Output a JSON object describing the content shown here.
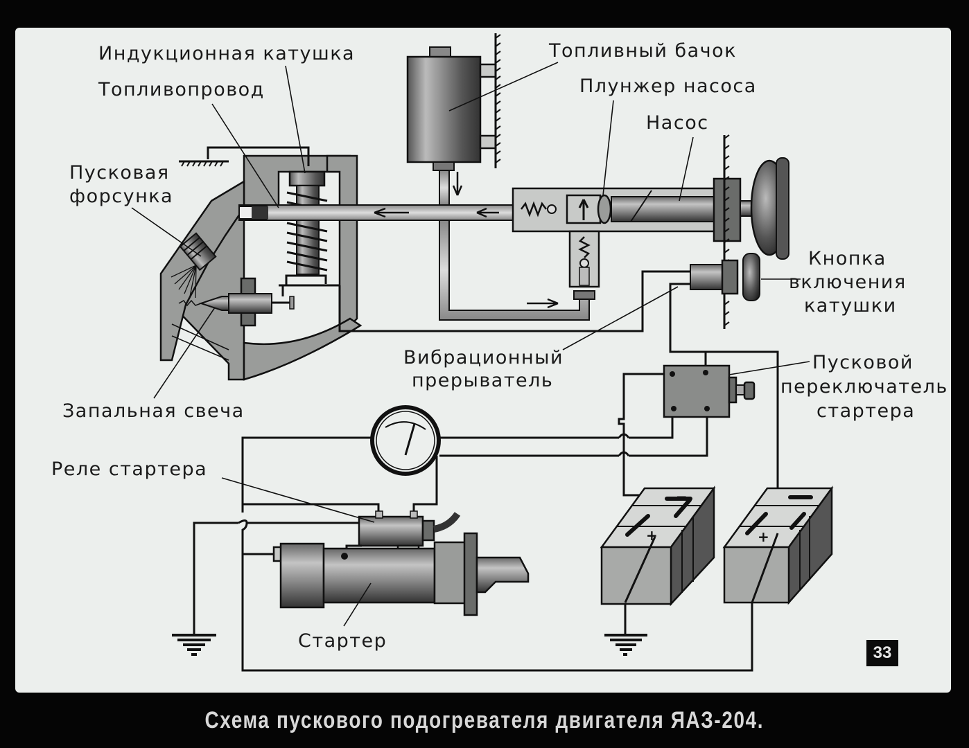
{
  "title": "Схема пускового подогревателя двигателя ЯАЗ-204.",
  "page_number": "33",
  "labels": {
    "induction_coil": "Индукционная катушка",
    "fuel_line": "Топливопровод",
    "start_injector_line1": "Пусковая",
    "start_injector_line2": "форсунка",
    "fuel_tank": "Топливный бачок",
    "pump_plunger": "Плунжер насоса",
    "pump": "Насос",
    "coil_button_line1": "Кнопка",
    "coil_button_line2": "включения",
    "coil_button_line3": "катушки",
    "vibration_interrupter_line1": "Вибрационный",
    "vibration_interrupter_line2": "прерыватель",
    "starter_switch_line1": "Пусковой",
    "starter_switch_line2": "переключатель",
    "starter_switch_line3": "стартера",
    "glow_plug": "Запальная свеча",
    "starter_relay": "Реле стартера",
    "starter": "Стартер"
  },
  "battery_terminals": {
    "negative": "−",
    "positive": "+"
  },
  "colors": {
    "background": "#050505",
    "paper": "#ecefed",
    "ink": "#111111",
    "caption_text": "#d8d8d8"
  }
}
